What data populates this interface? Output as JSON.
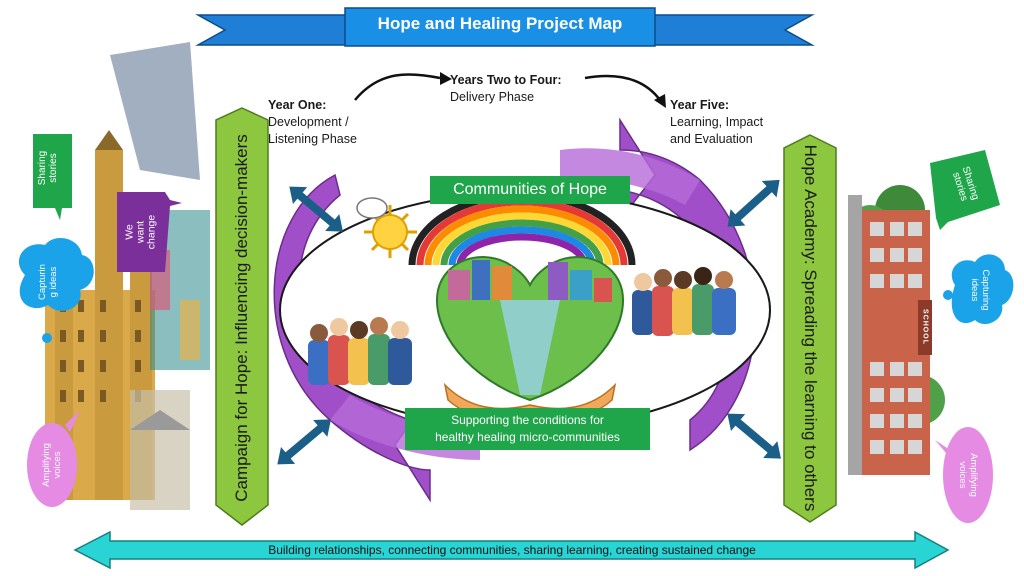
{
  "title": "Hope and Healing Project Map",
  "phases": {
    "year_one": {
      "heading": "Year One:",
      "line1": "Development /",
      "line2": "Listening Phase"
    },
    "years_two_four": {
      "heading": "Years Two to Four:",
      "line1": "Delivery Phase"
    },
    "year_five": {
      "heading": "Year Five:",
      "line1": "Learning, Impact",
      "line2": "and Evaluation"
    }
  },
  "left_arrow_label": "Campaign for Hope: Influencing decision-makers",
  "right_arrow_label": "Hope Academy: Spreading the learning to others",
  "communities_label": "Communities of Hope",
  "supporting_label": {
    "line1": "Supporting the conditions for",
    "line2": "healthy healing micro-communities"
  },
  "bottom_banner": "Building relationships, connecting communities, sharing learning, creating sustained change",
  "left_bubbles": {
    "sharing": {
      "line1": "Sharing",
      "line2": "stories"
    },
    "want_change": {
      "line1": "We",
      "line2": "want",
      "line3": "change"
    },
    "capturing": {
      "line1": "Capturin",
      "line2": "g ideas"
    },
    "amplifying": {
      "line1": "Amplifying",
      "line2": "voices"
    }
  },
  "right_bubbles": {
    "sharing": {
      "line1": "Sharing",
      "line2": "stories"
    },
    "capturing": {
      "line1": "Capturing",
      "line2": "ideas"
    },
    "amplifying": {
      "line1": "Amplifying",
      "line2": "voices"
    }
  },
  "school_sign": "SCHOOL",
  "colors": {
    "title_blue": "#1f7fd6",
    "green": "#1fa64a",
    "purple": "#a04fc9",
    "cyan": "#29d4d4",
    "light_green": "#8dc63f",
    "pink": "#e58be3",
    "sky": "#1aa3e8"
  }
}
